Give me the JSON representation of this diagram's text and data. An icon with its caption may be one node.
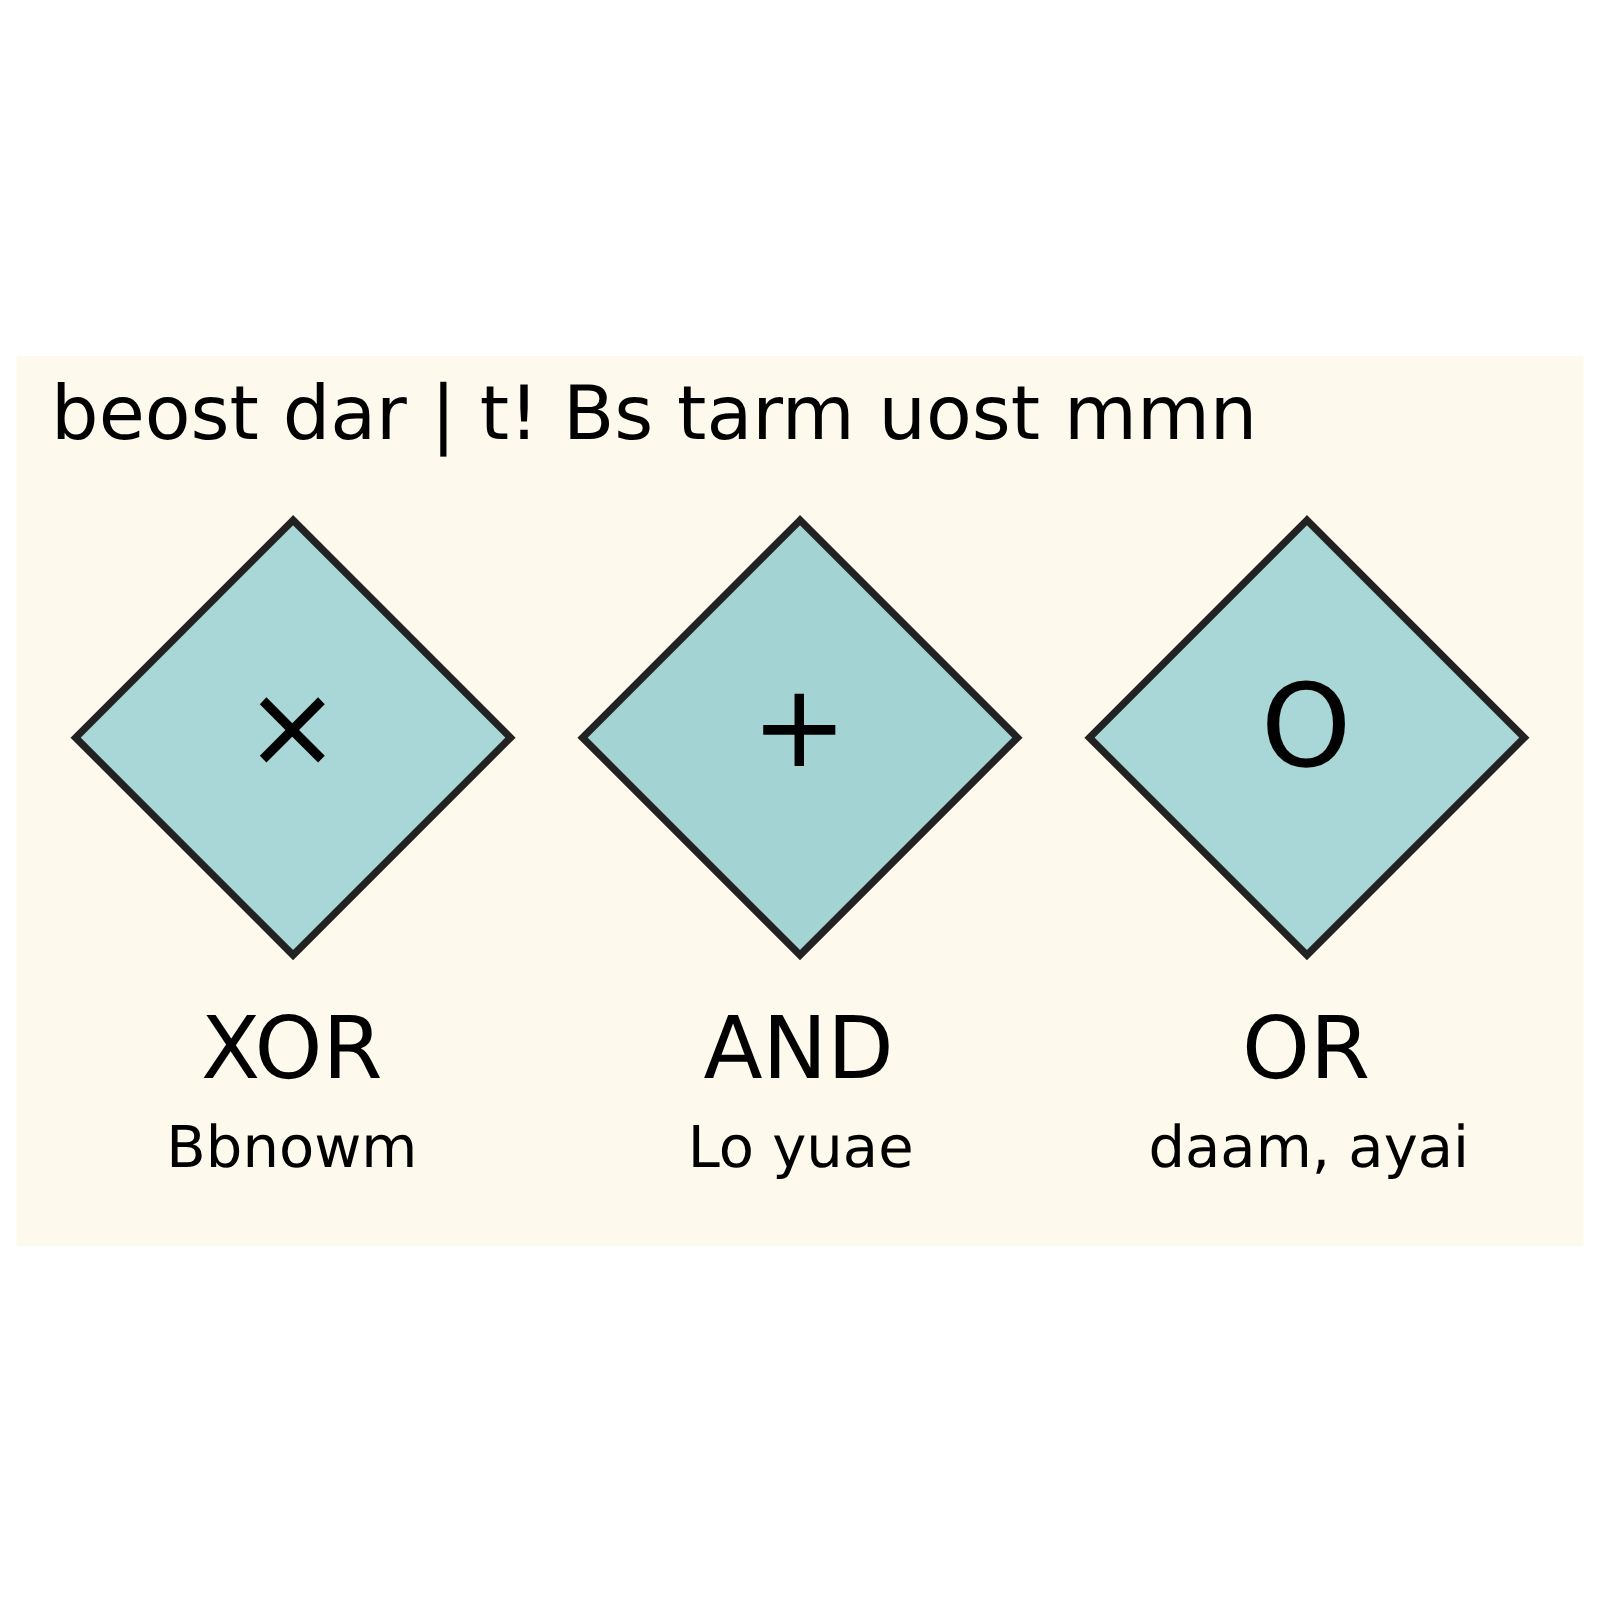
{
  "diagram": {
    "title": "beost dar | t! Bs tarm uost mmn",
    "nodes": [
      {
        "text": [
          "×"
        ],
        "beside": [
          "XOR",
          "Bbnowm"
        ]
      },
      {
        "text": [
          "+"
        ],
        "beside": [
          "AND",
          "Lo yuae"
        ]
      },
      {
        "text": [
          "O"
        ],
        "beside": [
          "OR",
          "daam, ayai"
        ]
      }
    ]
  }
}
